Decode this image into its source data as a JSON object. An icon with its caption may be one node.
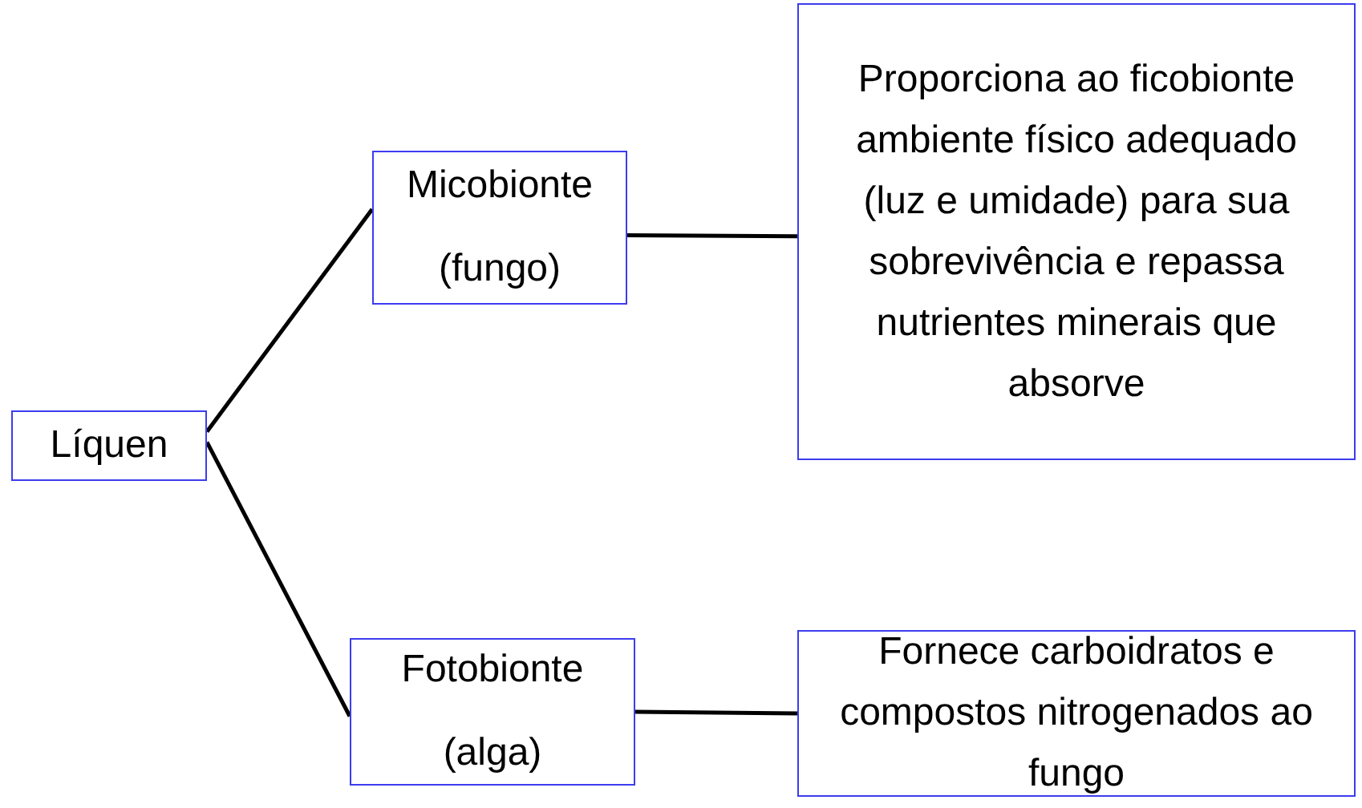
{
  "diagram": {
    "nodes": [
      {
        "text": [
          "Líquen"
        ]
      },
      {
        "text": [
          "Micobionte",
          "(fungo)"
        ]
      },
      {
        "text": [
          "Proporciona ao ficobionte ambiente físico adequado (luz e umidade) para sua sobrevivência e repassa nutrientes minerais que absorve"
        ]
      },
      {
        "text": [
          "Fotobionte",
          "(alga)"
        ]
      },
      {
        "text": [
          "Fornece carboidratos e compostos nitrogenados ao fungo"
        ]
      }
    ],
    "edges": [
      {
        "from": 0,
        "to": 1,
        "arrow": "none"
      },
      {
        "from": 1,
        "to": 2,
        "arrow": "none"
      },
      {
        "from": 0,
        "to": 3,
        "arrow": "none"
      },
      {
        "from": 3,
        "to": 4,
        "arrow": "none"
      }
    ]
  }
}
